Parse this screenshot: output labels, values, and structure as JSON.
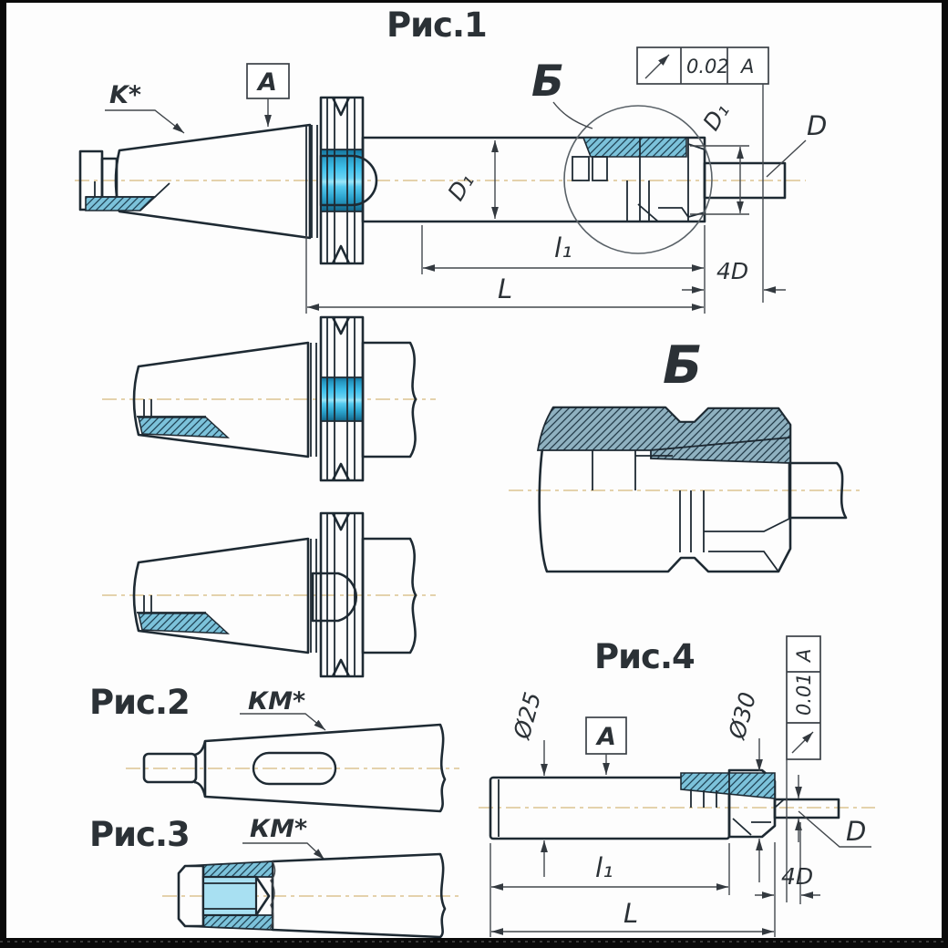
{
  "figure1": {
    "title": "Рис.1",
    "cone_label": "K*",
    "datum_flag": "A",
    "detail_callout": "Б",
    "tolerance": {
      "value": "0.02",
      "datum": "A"
    },
    "dims": {
      "d1": "D₁",
      "d": "D",
      "l1": "l₁",
      "l": "L",
      "four_d": "4D"
    }
  },
  "detail_view": {
    "title": "Б"
  },
  "figure2": {
    "title": "Рис.2",
    "taper_label": "КМ*"
  },
  "figure3": {
    "title": "Рис.3",
    "taper_label": "КМ*"
  },
  "figure4": {
    "title": "Рис.4",
    "datum_flag": "A",
    "tolerance": {
      "value": "0.01",
      "datum": "A"
    },
    "dims": {
      "dia25": "Ø25",
      "dia30": "Ø30",
      "d": "D",
      "l1": "l₁",
      "l": "L",
      "four_d": "4D"
    }
  },
  "colors": {
    "body_cyan": "#3fc0ea",
    "body_highlight": "#9ae6f9",
    "flange_gray": "#93a1aa",
    "outline": "#1e2a33",
    "centerline": "#dcc391",
    "hatch": "#1f4254"
  }
}
